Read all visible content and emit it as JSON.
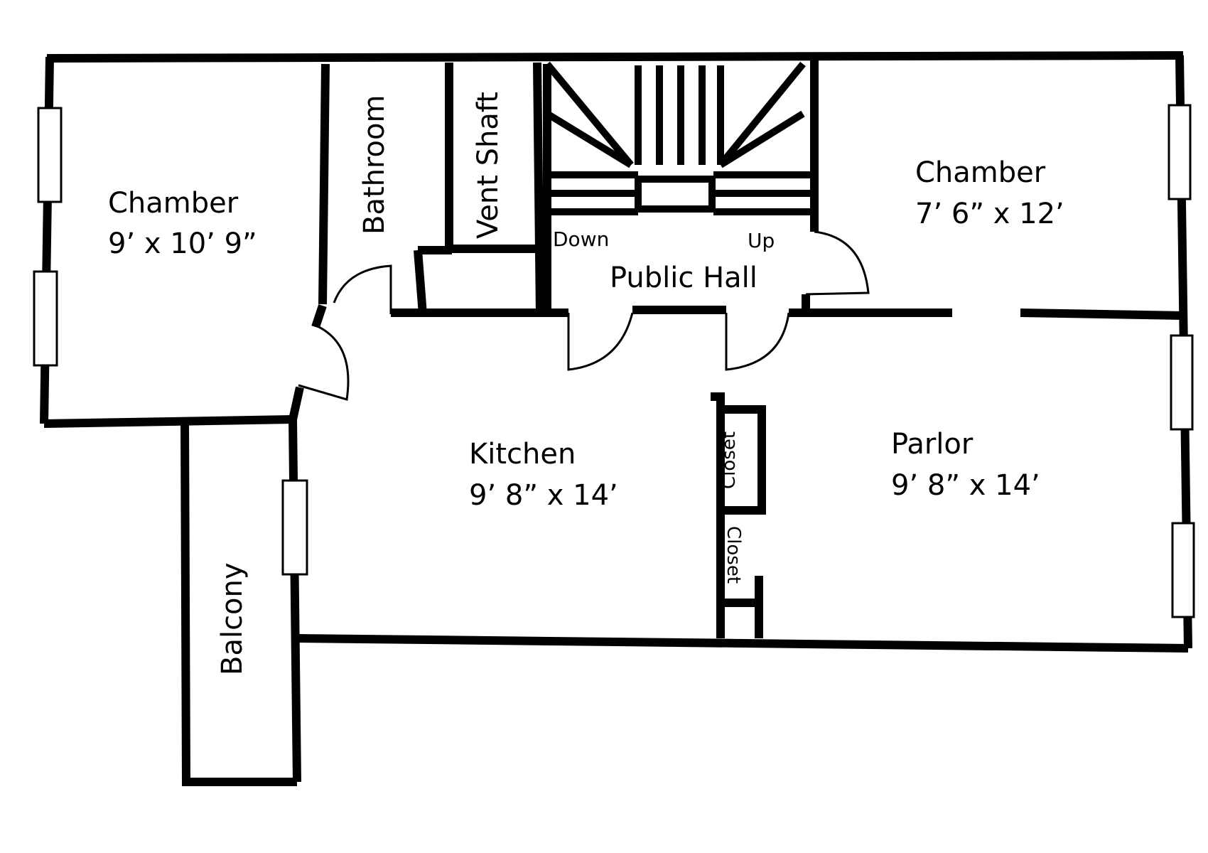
{
  "rooms": {
    "chamber_left": {
      "name": "Chamber",
      "size": "9’ x 10’ 9”"
    },
    "chamber_right": {
      "name": "Chamber",
      "size": "7’ 6” x 12’"
    },
    "kitchen": {
      "name": "Kitchen",
      "size": "9’ 8” x 14’"
    },
    "parlor": {
      "name": "Parlor",
      "size": "9’ 8” x 14’"
    },
    "bathroom": {
      "name": "Bathroom"
    },
    "vent_shaft": {
      "name": "Vent Shaft"
    },
    "public_hall": {
      "name": "Public Hall"
    },
    "balcony": {
      "name": "Balcony"
    },
    "closet_upper": {
      "name": "Closet"
    },
    "closet_lower": {
      "name": "Closet"
    }
  },
  "stairs": {
    "down_label": "Down",
    "up_label": "Up"
  }
}
